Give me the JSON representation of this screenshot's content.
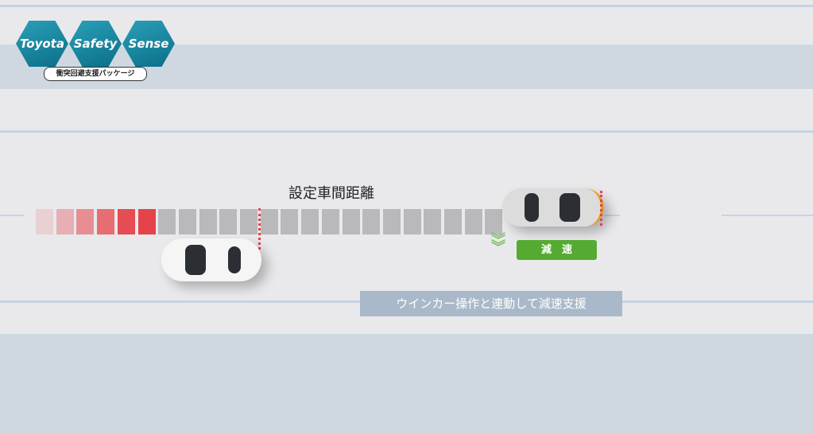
{
  "logo": {
    "words": [
      "Toyota",
      "Safety",
      "Sense"
    ],
    "subtitle": "衝突回避支援パッケージ"
  },
  "distance_label": "設定車間距離",
  "decel_badge": "減　速",
  "caption": "ウインカー操作と連動して減速支援",
  "colors": {
    "badge": "#55ab32",
    "block_red": "#e5434b",
    "block_gray": "#b9b9bb",
    "caption_bg": "#a9b9c9"
  },
  "red_block_count": 6,
  "gray_block_count": 17
}
